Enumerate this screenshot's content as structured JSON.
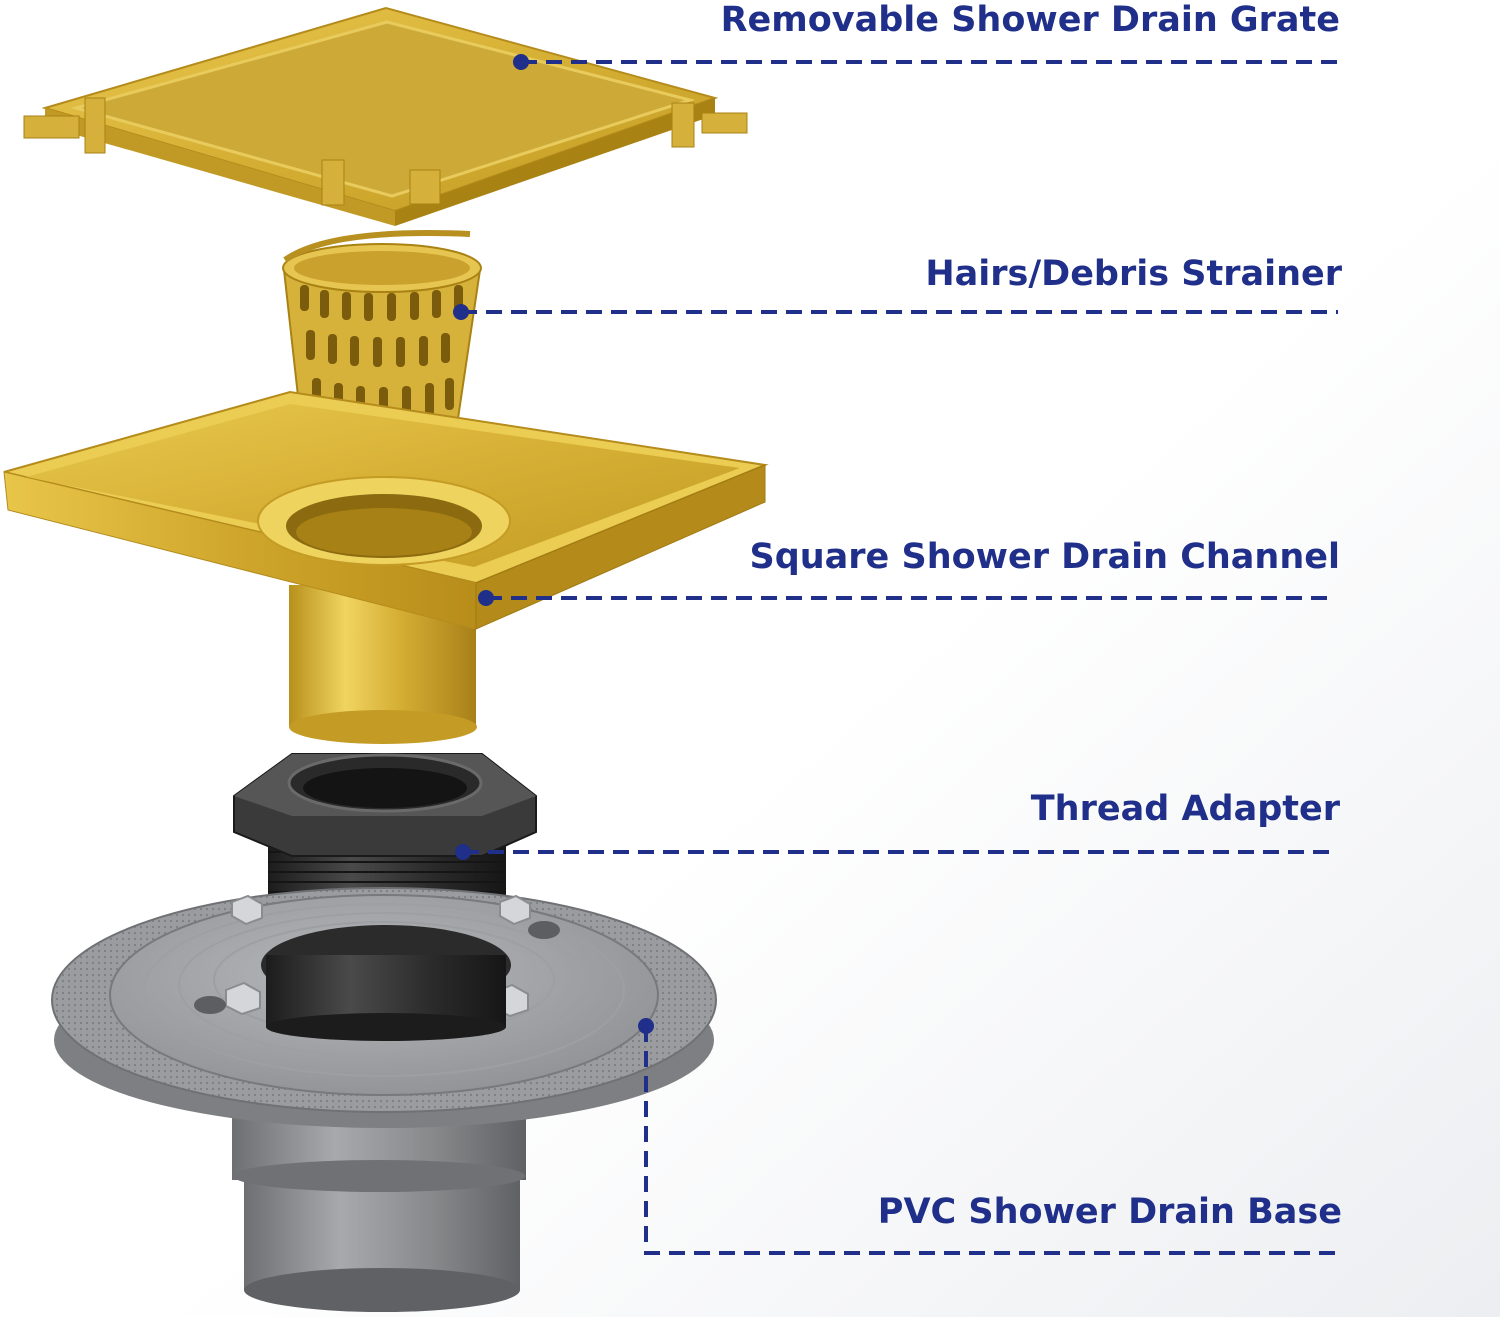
{
  "colors": {
    "label": "#1f2f8a",
    "leader": "#1f2f8a",
    "gold": "#d9b53a",
    "gold_dark": "#a98214",
    "adapter": "#2b2b2b",
    "pvc": "#8a8c8f"
  },
  "callouts": [
    {
      "id": "grate",
      "label": "Removable Shower Drain Grate"
    },
    {
      "id": "strainer",
      "label": "Hairs/Debris Strainer"
    },
    {
      "id": "channel",
      "label": "Square Shower Drain Channel"
    },
    {
      "id": "adapter",
      "label": "Thread Adapter"
    },
    {
      "id": "base",
      "label": "PVC Shower Drain Base"
    }
  ]
}
